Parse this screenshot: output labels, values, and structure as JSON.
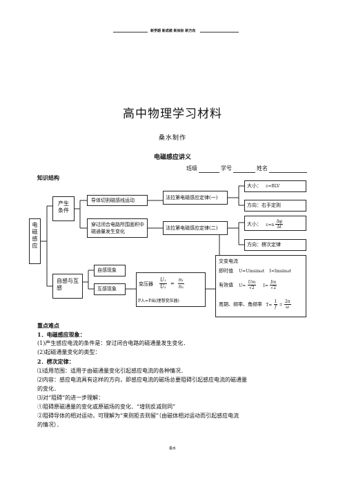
{
  "header": {
    "text": "新学期 新成绩 新目标 新方向"
  },
  "title": "高中物理学习材料",
  "author": "桑水制作",
  "lecture_title": "电磁感应讲义",
  "info_line": {
    "class_label": "班级",
    "id_label": "学号",
    "name_label": "姓名"
  },
  "section_structure": "知识结构",
  "diagram": {
    "root": "电磁感应",
    "gen_condition": "产生条件",
    "cutting": "导体切割磁感线运动",
    "flux_change": "穿过闭合电路所围面积中磁通量发生变化",
    "faraday_1": "法拉第电磁感应定律(一)",
    "faraday_2": "法拉第电磁感应定律(二)",
    "mag1_label": "大小：",
    "mag1_formula": "ε=BLV",
    "dir1": "方向：右手定则",
    "mag2_label": "大小：",
    "mag2_formula_lhs": "ε=n",
    "mag2_num": "Δφ",
    "mag2_den": "Δt",
    "dir2": "方向：楞次定律",
    "self_mutual": "自感与互　感",
    "self_induction": "自感现象",
    "mutual_induction": "互感现象",
    "transformer_label": "变压器",
    "tr_u1": "U₁",
    "tr_u2": "U₂",
    "tr_n1": "n₁",
    "tr_n2": "n₂",
    "transformer_power": "P入=P出(理想变压器)",
    "ac_title": "交变电流",
    "ac_instant_label": "即时值",
    "ac_instant_u": "U=Umsinωt",
    "ac_instant_i": "I=Imsinωt",
    "ac_rms_label": "有效值",
    "ac_rms_u_lhs": "U=",
    "ac_rms_u_num": "Um",
    "ac_rms_u_den": "√2",
    "ac_rms_i_lhs": "I=",
    "ac_rms_i_num": "Im",
    "ac_rms_i_den": "√2",
    "ac_period_label": "周期、频率、角频率",
    "ac_period_lhs": "T=",
    "ac_period_f1_num": "1",
    "ac_period_f1_den": "f",
    "ac_period_f2_num": "2π",
    "ac_period_f2_den": "ω"
  },
  "section_key": "重点难点",
  "body": [
    "1．电磁感应现象：",
    "(1)产生感应电流的条件是：穿过闭合电路的磁通量发生变化．",
    "(2)起磁通量变化的类型：",
    "2．楞次定律：",
    "⑴适用范围：适用于由磁通量变化引起感应电流的各种情况．",
    "⑵内容：感应电流具有这样的方向，即感应电流的磁场总要阻碍引起感应电流的磁通量",
    "的变化．",
    "⑶对“阻碍”的进一步理解：",
    "①阻碍原磁通量的变化或原磁场的变化．“增则反减则同”",
    "②阻碍导体的相对运动，可理解为“来则拒去则留”（由磁体相对运动而引起感应电流",
    "的情况）．"
  ],
  "footer": "桑水"
}
